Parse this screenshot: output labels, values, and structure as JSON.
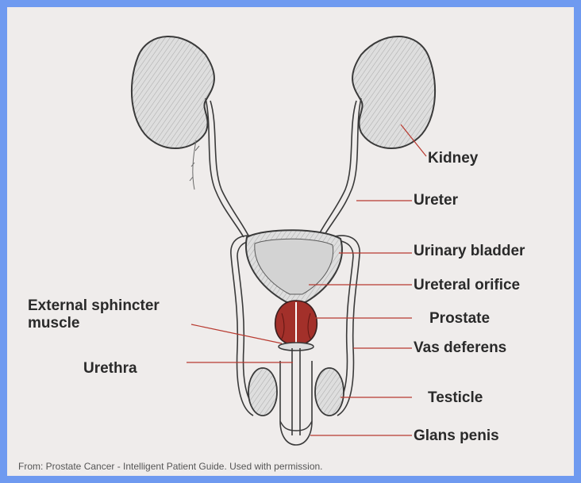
{
  "labels": {
    "kidney": "Kidney",
    "ureter": "Ureter",
    "urinary_bladder": "Urinary bladder",
    "ureteral_orifice": "Ureteral orifice",
    "prostate": "Prostate",
    "vas_deferens": "Vas deferens",
    "testicle": "Testicle",
    "glans_penis": "Glans penis",
    "external_sphincter_line1": "External sphincter",
    "external_sphincter_line2": "muscle",
    "urethra": "Urethra"
  },
  "caption": "From: Prostate Cancer - Intelligent Patient Guide. Used with permission.",
  "colors": {
    "frame": "#6f9af0",
    "background": "#efeceb",
    "prostate": "#a3302a",
    "pointer": "#b83a30",
    "organ_fill": "#dcdcdc",
    "outline": "#3a3a3a"
  }
}
